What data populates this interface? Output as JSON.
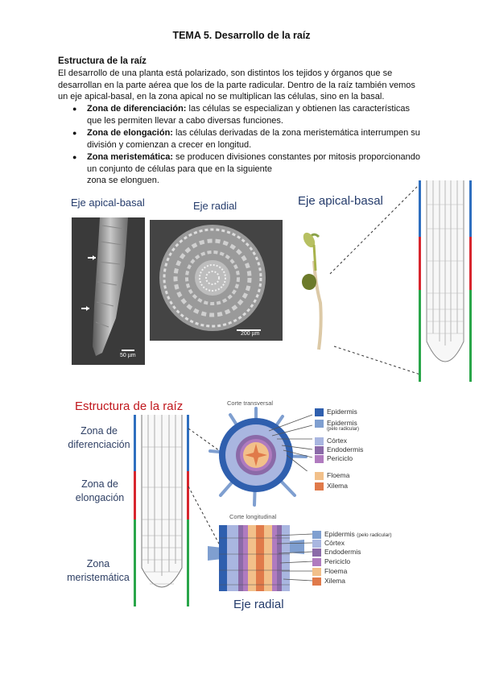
{
  "title": "TEMA 5. Desarrollo de la raíz",
  "section_heading": "Estructura de la raíz",
  "intro_lines": [
    "El desarrollo de una planta está polarizado, son distintos los tejidos y órganos que se",
    "desarrollan en la parte aérea que los de la parte radicular. Dentro de la raíz también vemos",
    "un eje apical-basal, en la zona apical no se multiplican las células, sino en la basal."
  ],
  "bullets": [
    {
      "term": "Zona de diferenciación:",
      "lines": [
        " las células se especializan y obtienen las características",
        "que les permiten llevar a cabo diversas funciones."
      ]
    },
    {
      "term": "Zona de elongación:",
      "lines": [
        " las células derivadas de la zona meristemática interrumpen su",
        "división y comienzan a crecer en longitud."
      ]
    },
    {
      "term": "Zona meristemática:",
      "lines": [
        " se producen divisiones constantes por mitosis proporcionando",
        "un conjunto de células para que en la siguiente",
        "zona se elonguen."
      ]
    }
  ],
  "figure1": {
    "label_apical_basal": "Eje apical-basal",
    "label_radial": "Eje radial",
    "label_apical_basal_2": "Eje apical-basal",
    "scale_1": "50 µm",
    "scale_2": "200 µm"
  },
  "figure2": {
    "title": "Estructura de la raíz",
    "zones": [
      "Zona de\ndiferenciación",
      "Zona de\nelongación",
      "Zona\nmeristemática"
    ],
    "corte_transversal": "Corte transversal",
    "corte_longitudinal": "Corte longitudinal",
    "eje_radial": "Eje radial",
    "legend_transversal": [
      {
        "label": "Epidermis",
        "color": "#2f5fae"
      },
      {
        "label": "Epidermis",
        "sub": "(pelo radicular)",
        "color": "#7f9fd0"
      },
      {
        "label": "Córtex",
        "color": "#a9b6e0"
      },
      {
        "label": "Endodermis",
        "color": "#8b6aa8"
      },
      {
        "label": "Periciclo",
        "color": "#b07bbf"
      },
      {
        "label": "Floema",
        "color": "#f2c08a"
      },
      {
        "label": "Xilema",
        "color": "#e07a4a"
      }
    ],
    "legend_longitudinal": [
      {
        "label": "Epidermis",
        "sub": "(pelo radicular)",
        "color": "#7f9fd0"
      },
      {
        "label": "Córtex",
        "color": "#a9b6e0"
      },
      {
        "label": "Endodermis",
        "color": "#8b6aa8"
      },
      {
        "label": "Periciclo",
        "color": "#b07bbf"
      },
      {
        "label": "Floema",
        "color": "#f2c08a"
      },
      {
        "label": "Xilema",
        "color": "#e07a4a"
      }
    ]
  }
}
